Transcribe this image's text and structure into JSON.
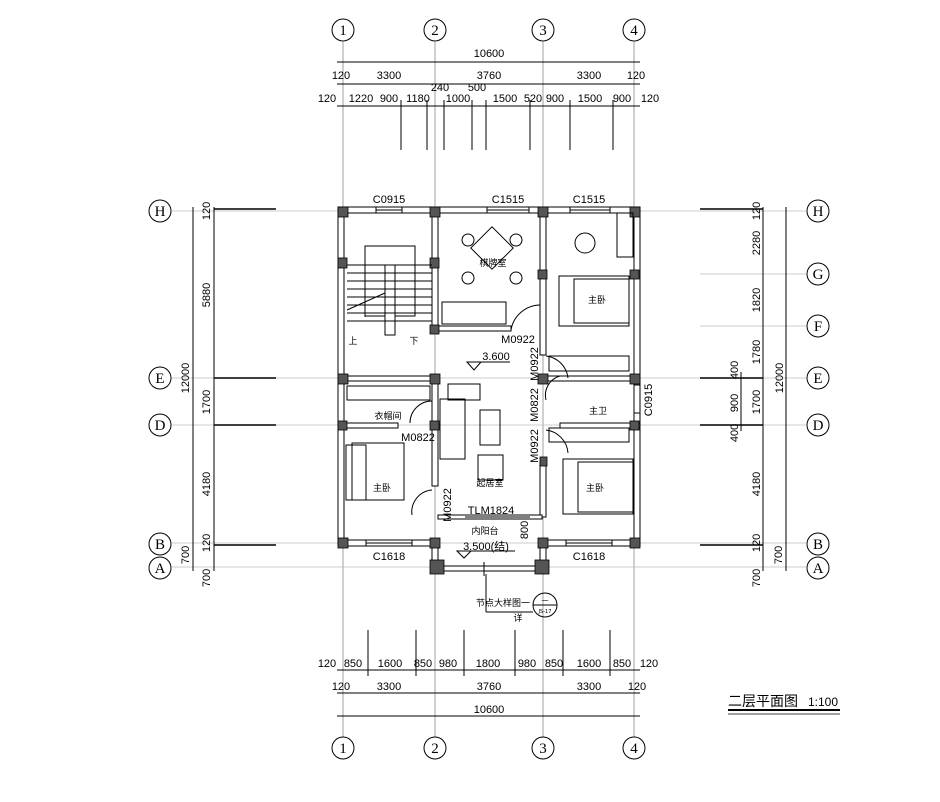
{
  "title": {
    "name": "二层平面图",
    "scale": "1:100"
  },
  "axes": {
    "columns": [
      "1",
      "2",
      "3",
      "4"
    ],
    "rows_left": [
      "H",
      "E",
      "D",
      "B",
      "A"
    ],
    "rows_right": [
      "H",
      "G",
      "F",
      "E",
      "D",
      "B",
      "A"
    ]
  },
  "dims": {
    "top_total": "10600",
    "top_axis": [
      "120",
      "3300",
      "3760",
      "3300",
      "120"
    ],
    "top_detail": [
      "120",
      "1220",
      "900",
      "1180",
      "240",
      "1000",
      "500",
      "1500",
      "520",
      "900",
      "1500",
      "900",
      "120"
    ],
    "bottom_detail": [
      "120",
      "850",
      "1600",
      "850",
      "980",
      "1800",
      "980",
      "850",
      "1600",
      "850",
      "120"
    ],
    "bottom_axis": [
      "120",
      "3300",
      "3760",
      "3300",
      "120"
    ],
    "bottom_total": "10600",
    "left": [
      "120",
      "5880",
      "12000",
      "1700",
      "4180",
      "120",
      "700",
      "700"
    ],
    "right": [
      "120",
      "2280",
      "1820",
      "1780",
      "400",
      "12000",
      "900",
      "1700",
      "400",
      "4180",
      "120",
      "700",
      "700"
    ]
  },
  "windows": [
    "C0915",
    "C1515",
    "C1515",
    "C1618",
    "C1618",
    "C0915"
  ],
  "doors": [
    "M0922",
    "M0922",
    "M0822",
    "M0922",
    "M0822",
    "M0922",
    "TLM1824"
  ],
  "rooms": {
    "chess_room": "棋牌室",
    "master_bedroom_ne": "主卧",
    "cloakroom": "衣帽间",
    "master_bath": "主卫",
    "living_room": "起居室",
    "master_bedroom_sw": "主卧",
    "master_bedroom_se": "主卧",
    "inner_balcony": "内阳台",
    "stair_up": "上",
    "stair_down": "下"
  },
  "elevations": {
    "floor": "3.600",
    "balcony": "3.500(结)",
    "balcony_depth": "800"
  },
  "detail_callout": {
    "label": "节点大样图一",
    "ref": "详",
    "number": "一",
    "sheet": "JS-17"
  }
}
